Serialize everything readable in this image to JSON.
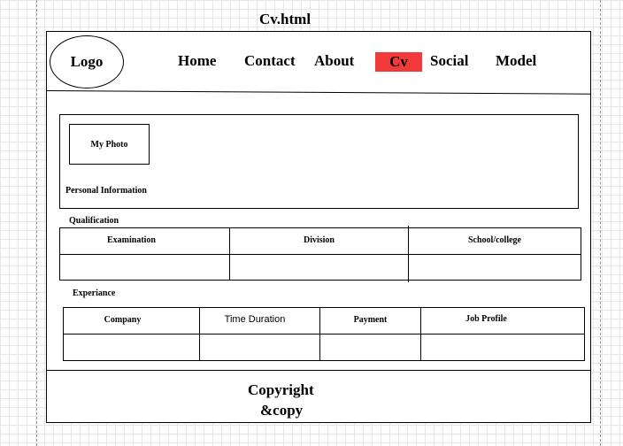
{
  "title": "Cv.html",
  "header": {
    "logo": "Logo",
    "nav": {
      "home": "Home",
      "contact": "Contact",
      "about": "About",
      "cv": "Cv",
      "social": "Social",
      "model": "Model"
    },
    "active_color": "#f23a3a"
  },
  "personal": {
    "photo": "My Photo",
    "label": "Personal Information"
  },
  "qualification": {
    "heading": "Qualification",
    "columns": [
      "Examination",
      "Division",
      "School/college"
    ]
  },
  "experience": {
    "heading": "Experiance",
    "columns": [
      "Company",
      "Time Duration",
      "Payment",
      "Job Profile"
    ]
  },
  "footer": {
    "line1": "Copyright",
    "line2": "&copy"
  }
}
